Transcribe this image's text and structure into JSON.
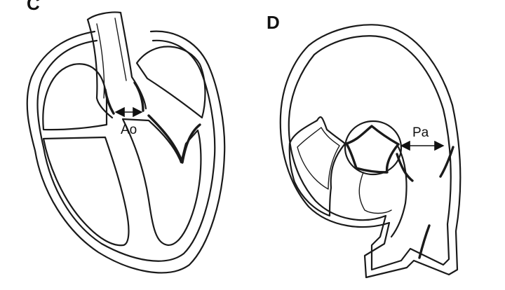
{
  "panels": [
    {
      "letter": "C",
      "measurement_label": "Ao"
    },
    {
      "letter": "D",
      "measurement_label": "Pa"
    }
  ],
  "colors": {
    "line": "#1a1a1a",
    "background": "#ffffff"
  }
}
